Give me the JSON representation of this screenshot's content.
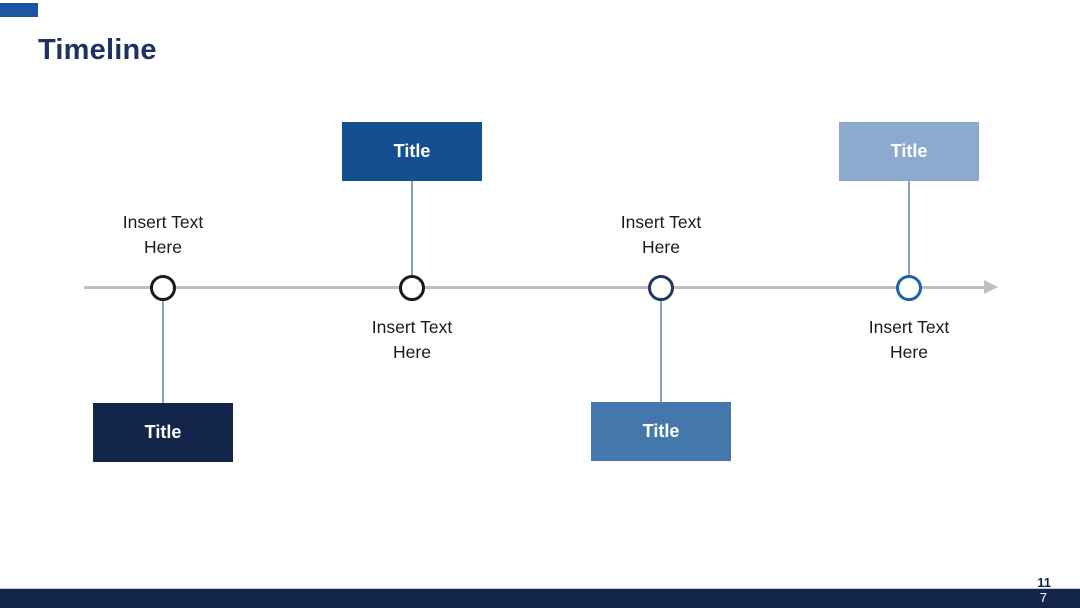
{
  "slide": {
    "title": "Timeline",
    "title_color": "#1F3061",
    "accent_color": "#1B55A3",
    "footer_bar_color": "#13264A",
    "page_number_top": "11",
    "page_number_bottom": "7"
  },
  "timeline": {
    "axis_color": "#BFBFBF",
    "connector_color": "#8AA2B8",
    "milestones": [
      {
        "box_label": "Title",
        "note": "Insert Text Here",
        "box_color": "#13264A",
        "circle_color": "#1A1A1A",
        "box_position": "below",
        "note_position": "above"
      },
      {
        "box_label": "Title",
        "note": "Insert Text Here",
        "box_color": "#14508F",
        "circle_color": "#1A1A1A",
        "box_position": "above",
        "note_position": "below"
      },
      {
        "box_label": "Title",
        "note": "Insert Text Here",
        "box_color": "#4478AD",
        "circle_color": "#1F3864",
        "box_position": "below",
        "note_position": "above"
      },
      {
        "box_label": "Title",
        "note": "Insert Text Here",
        "box_color": "#8CA9CE",
        "circle_color": "#2061A8",
        "box_position": "above",
        "note_position": "below"
      }
    ]
  }
}
